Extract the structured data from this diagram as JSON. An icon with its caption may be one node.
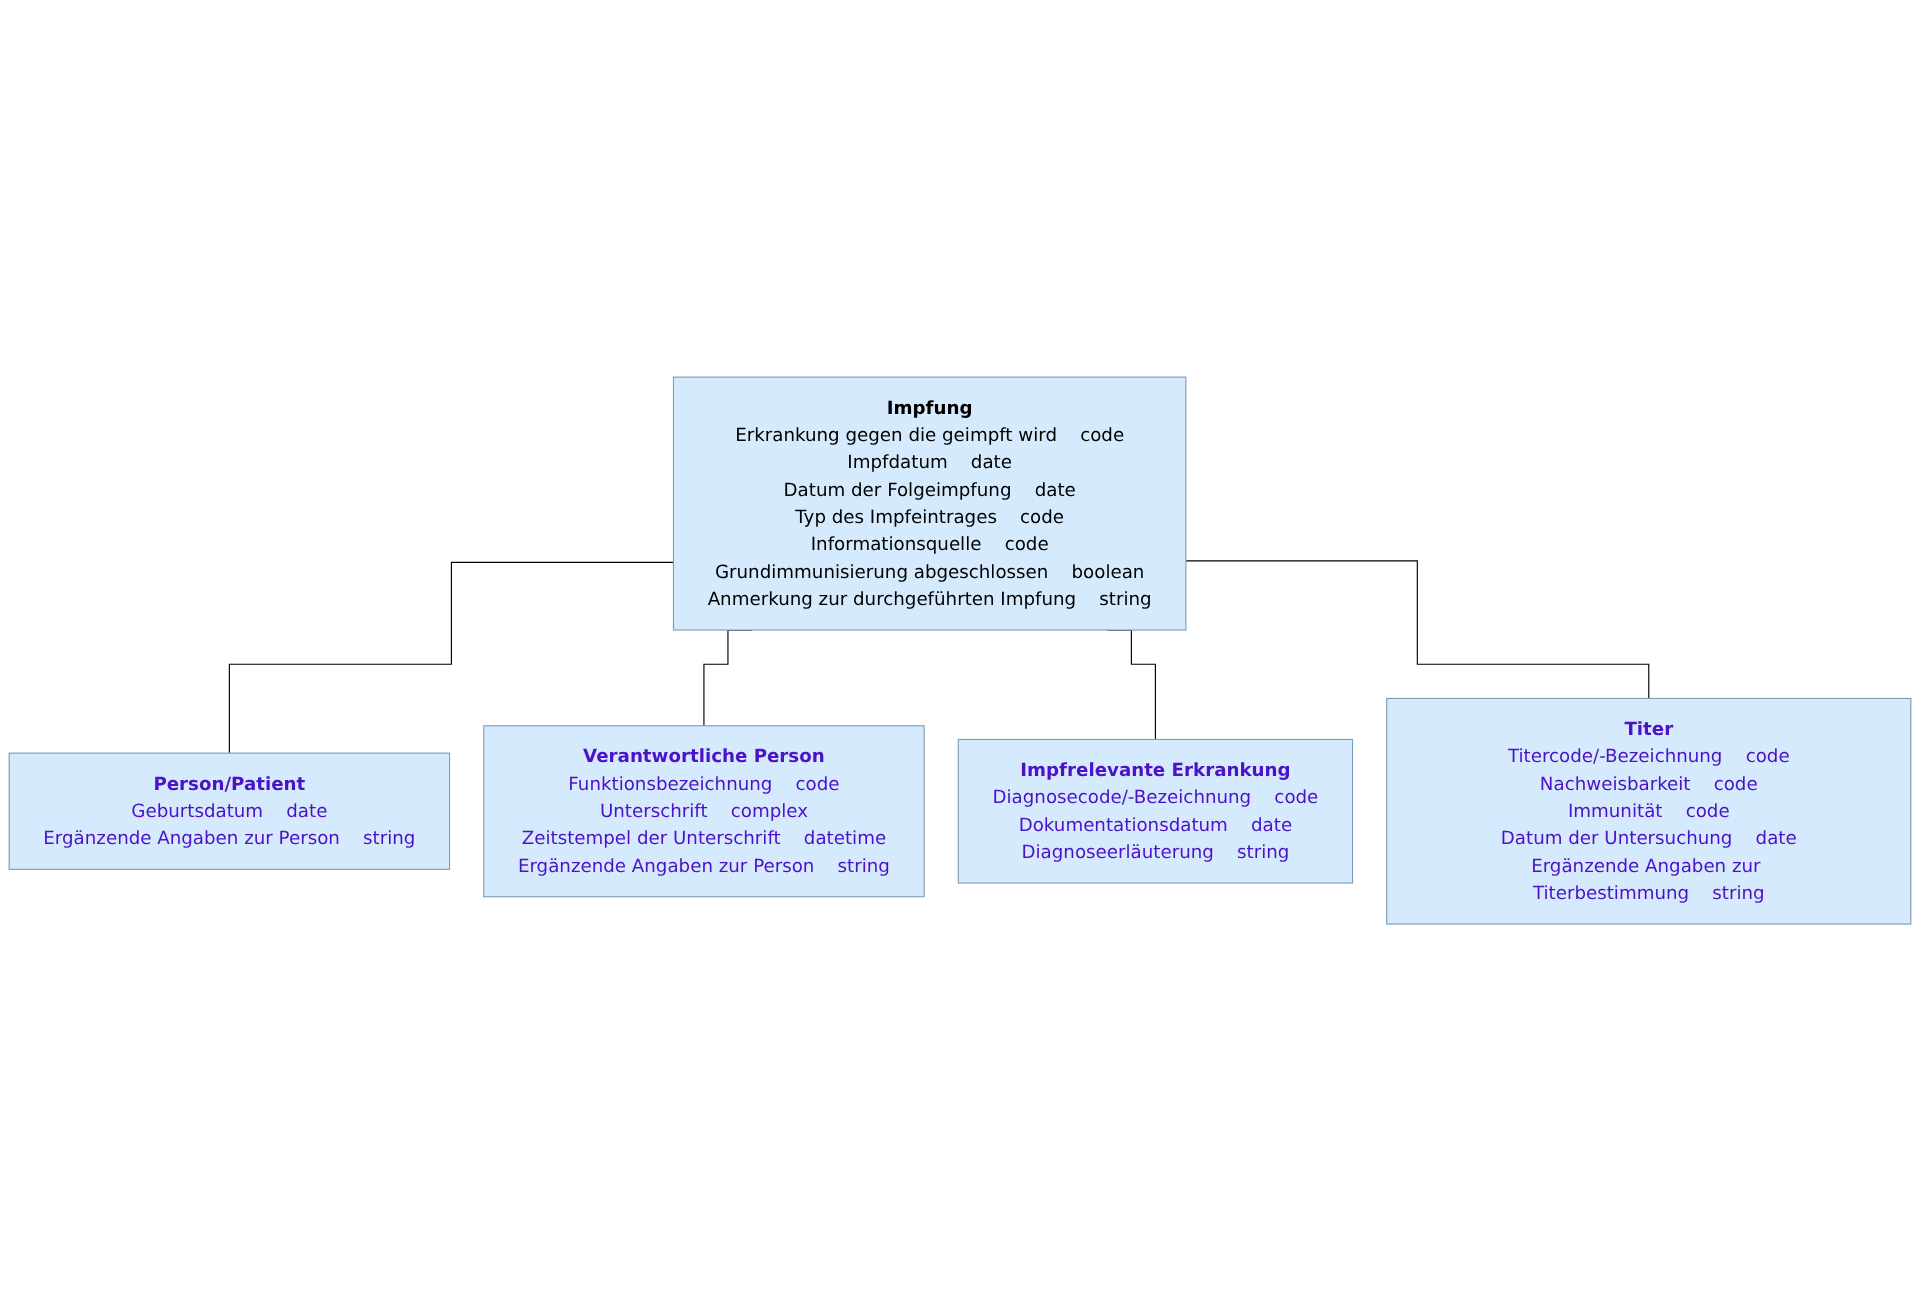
{
  "diagram": {
    "nodes": [
      {
        "text": [
          "Impfung",
          "Erkrankung gegen die geimpft wird",
          "code",
          "Impfdatum",
          "date",
          "Datum der Folgeimpfung",
          "date",
          "Typ des Impfeintrages",
          "code",
          "Informationsquelle",
          "code",
          "Grundimmunisierung abgeschlossen",
          "boolean",
          "Anmerkung zur durchgeführten Impfung",
          "string"
        ]
      },
      {
        "text": [
          "Person/Patient",
          "Geburtsdatum",
          "date",
          "Ergänzende Angaben zur Person",
          "string"
        ]
      },
      {
        "text": [
          "Verantwortliche Person",
          "Funktionsbezeichnung",
          "code",
          "Unterschrift",
          "complex",
          "Zeitstempel der Unterschrift",
          "datetime",
          "Ergänzende Angaben zur Person",
          "string"
        ]
      },
      {
        "text": [
          "Impfrelevante Erkrankung",
          "Diagnosecode/-Bezeichnung",
          "code",
          "Dokumentationsdatum",
          "date",
          "Diagnoseerläuterung",
          "string"
        ]
      },
      {
        "text": [
          "Titer",
          "Titercode/-Bezeichnung",
          "code",
          "Nachweisbarkeit",
          "code",
          "Immunität",
          "code",
          "Datum der Untersuchung",
          "date",
          "Ergänzende Angaben zur Titerbestimmung",
          "string"
        ]
      }
    ],
    "edges": [
      {
        "from": 0,
        "to": 1,
        "arrow": "none"
      },
      {
        "from": 0,
        "to": 2,
        "arrow": "none"
      },
      {
        "from": 0,
        "to": 3,
        "arrow": "none"
      },
      {
        "from": 0,
        "to": 4,
        "arrow": "none"
      }
    ]
  }
}
